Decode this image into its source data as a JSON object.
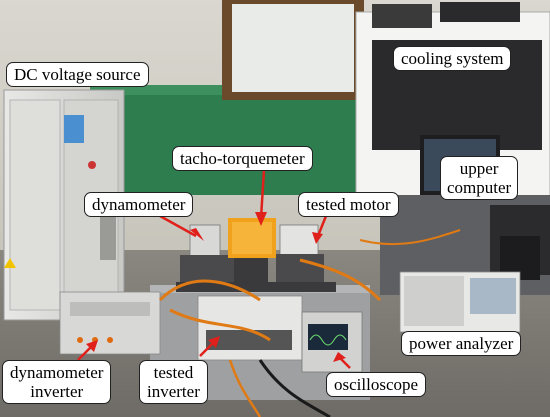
{
  "labels": {
    "dc_voltage_source": "DC voltage source",
    "cooling_system": "cooling system",
    "tacho_torquemeter": "tacho-torquemeter",
    "upper_computer_line1": "upper",
    "upper_computer_line2": "computer",
    "dynamometer": "dynamometer",
    "tested_motor": "tested motor",
    "power_analyzer": "power analyzer",
    "dynamometer_inverter_line1": "dynamometer",
    "dynamometer_inverter_line2": "inverter",
    "tested_inverter_line1": "tested",
    "tested_inverter_line2": "inverter",
    "oscilloscope": "oscilloscope"
  },
  "colors": {
    "arrow": "#e0201b",
    "label_bg": "#ffffff",
    "label_border": "#222222"
  }
}
